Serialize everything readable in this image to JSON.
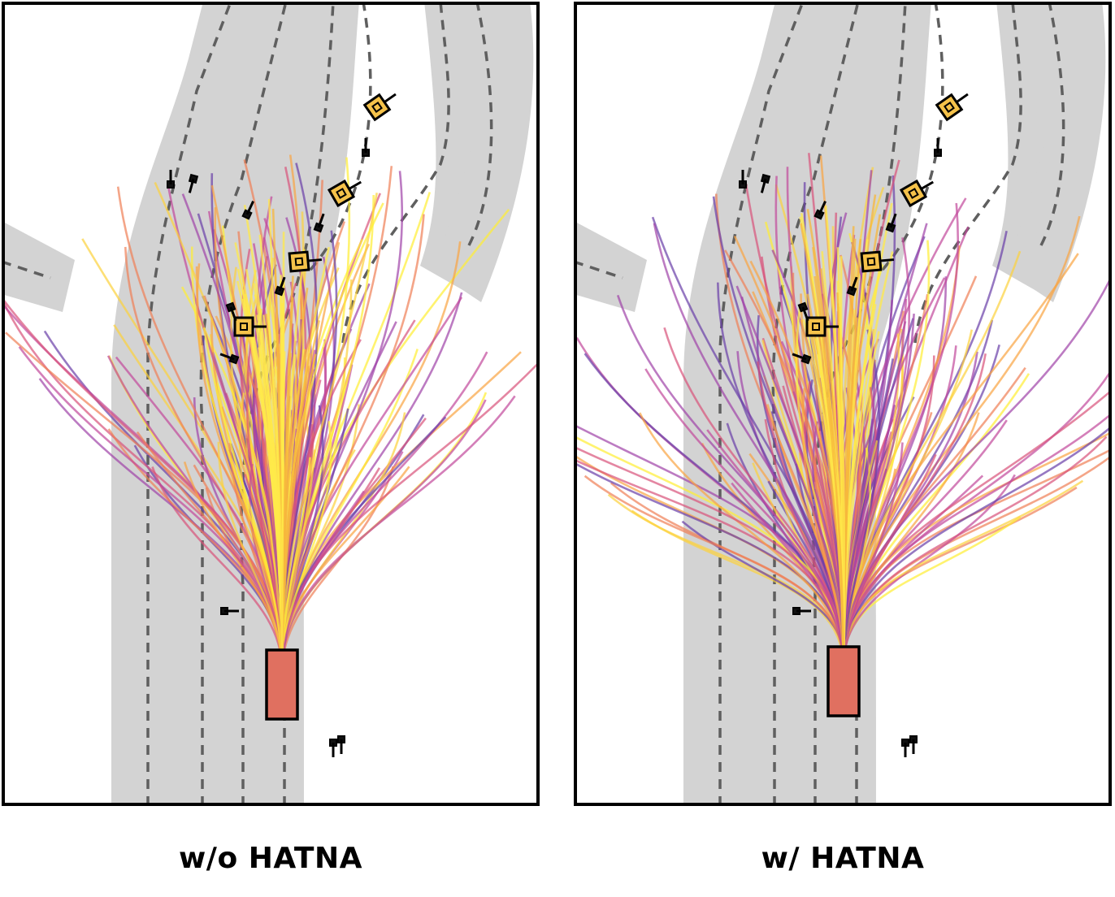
{
  "panels": [
    {
      "id": "without",
      "caption": "w/o HATNA",
      "spread": "narrow"
    },
    {
      "id": "with",
      "caption": "w/ HATNA",
      "spread": "wide"
    }
  ],
  "colors": {
    "road": "#d3d3d3",
    "lane_divider": "#5f5f5f",
    "ego_vehicle": "#e07060",
    "agent_vehicle": "#f5c24a",
    "trajectory_palette": [
      "#ffee33",
      "#fcd13c",
      "#f9a441",
      "#ef7f55",
      "#d9537a",
      "#c2489b",
      "#9f43a8",
      "#6a3fa8"
    ]
  },
  "icons": [
    "ego-vehicle-icon",
    "vehicle-icon",
    "pedestrian-icon",
    "trajectory-fan"
  ]
}
